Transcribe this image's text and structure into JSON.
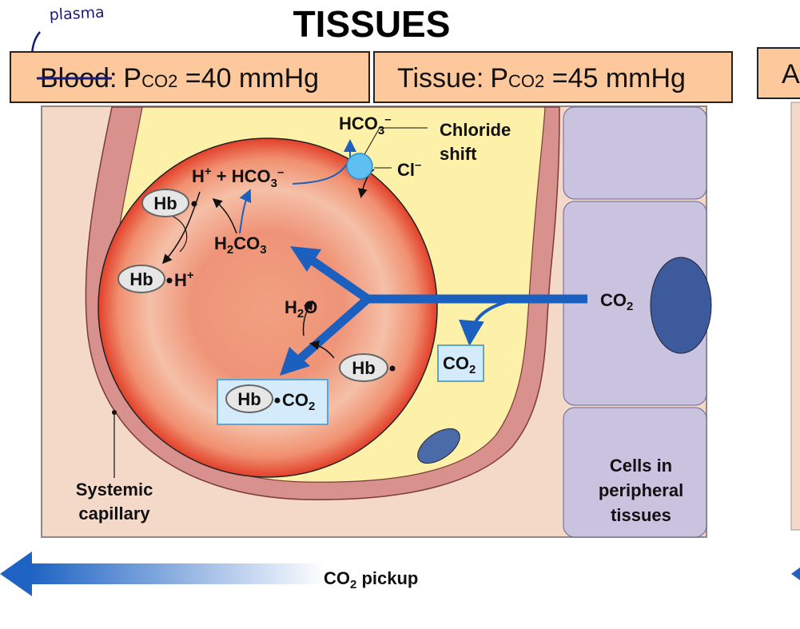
{
  "title": "TISSUES",
  "annotation": {
    "handwritten": "plasma"
  },
  "header_boxes": [
    {
      "name": "Blood",
      "p": "P",
      "sub": "CO2",
      "value": " =40 mmHg",
      "sep": ":",
      "struck": true
    },
    {
      "name": "Tissue",
      "p": "P",
      "sub": "CO2",
      "value": " =45 mmHg",
      "sep": ":"
    },
    {
      "name": "A"
    }
  ],
  "labels": {
    "hco3_out": {
      "main": "HCO",
      "sub": "3",
      "sup": "–"
    },
    "chloride_shift": [
      "Chloride",
      "shift"
    ],
    "cl": {
      "main": "Cl",
      "sup": "–"
    },
    "h_plus_hco3": {
      "h": "H",
      "plus_sup": "+",
      "mid": " + HCO",
      "sub": "3",
      "sup": "–"
    },
    "h2co3": {
      "a": "H",
      "sub1": "2",
      "b": "CO",
      "sub2": "3"
    },
    "h2o": {
      "a": "H",
      "sub": "2",
      "b": "O"
    },
    "hb": "Hb",
    "hb_h": {
      "h": "H",
      "sup": "+"
    },
    "hb_co2": {
      "a": "CO",
      "sub": "2"
    },
    "co2_tissue": {
      "a": "CO",
      "sub": "2"
    },
    "co2_plasma": {
      "a": "CO",
      "sub": "2"
    },
    "systemic_capillary": [
      "Systemic",
      "capillary"
    ],
    "cells": [
      "Cells in",
      "peripheral",
      "tissues"
    ],
    "co2_pickup": {
      "a": "CO",
      "sub": "2",
      "b": " pickup"
    }
  },
  "colors": {
    "header_fill": "#fdc99c",
    "rbc": "#e8573f",
    "plasma": "#fdf0a8",
    "arrow_blue": "#1b5fbf",
    "cell": "#c9c3e0",
    "wall": "#d8918c"
  }
}
